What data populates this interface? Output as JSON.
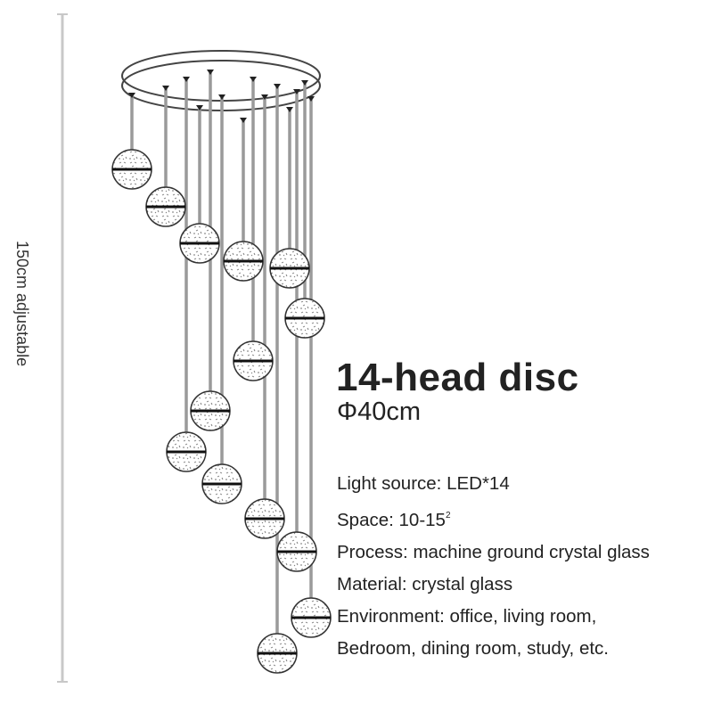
{
  "product": {
    "title": "14-head disc",
    "diameter": "Φ40cm",
    "height_label": "150cm adjustable",
    "specs": [
      {
        "label": "Light source",
        "value": "LED*14"
      },
      {
        "label": "Space",
        "value": "10-15",
        "superscript": "2"
      },
      {
        "label": "Process",
        "value": "machine ground crystal glass"
      },
      {
        "label": "Material",
        "value": "crystal glass"
      },
      {
        "label": "Environment",
        "value": "office, living room,"
      },
      {
        "label": "",
        "value": "Bedroom, dining room, study, etc."
      }
    ],
    "spec_lines": [
      "Light source: LED*14",
      "Space: 10-15",
      "Process: machine ground crystal glass",
      "Material: crystal glass",
      "Environment: office, living room,",
      "Bedroom, dining room, study, etc."
    ],
    "head_count": 14
  },
  "colors": {
    "text": "#222222",
    "cable": "#9a9a9a",
    "outline": "#333333",
    "dimension_line": "#c8c8c8",
    "background": "#ffffff"
  }
}
